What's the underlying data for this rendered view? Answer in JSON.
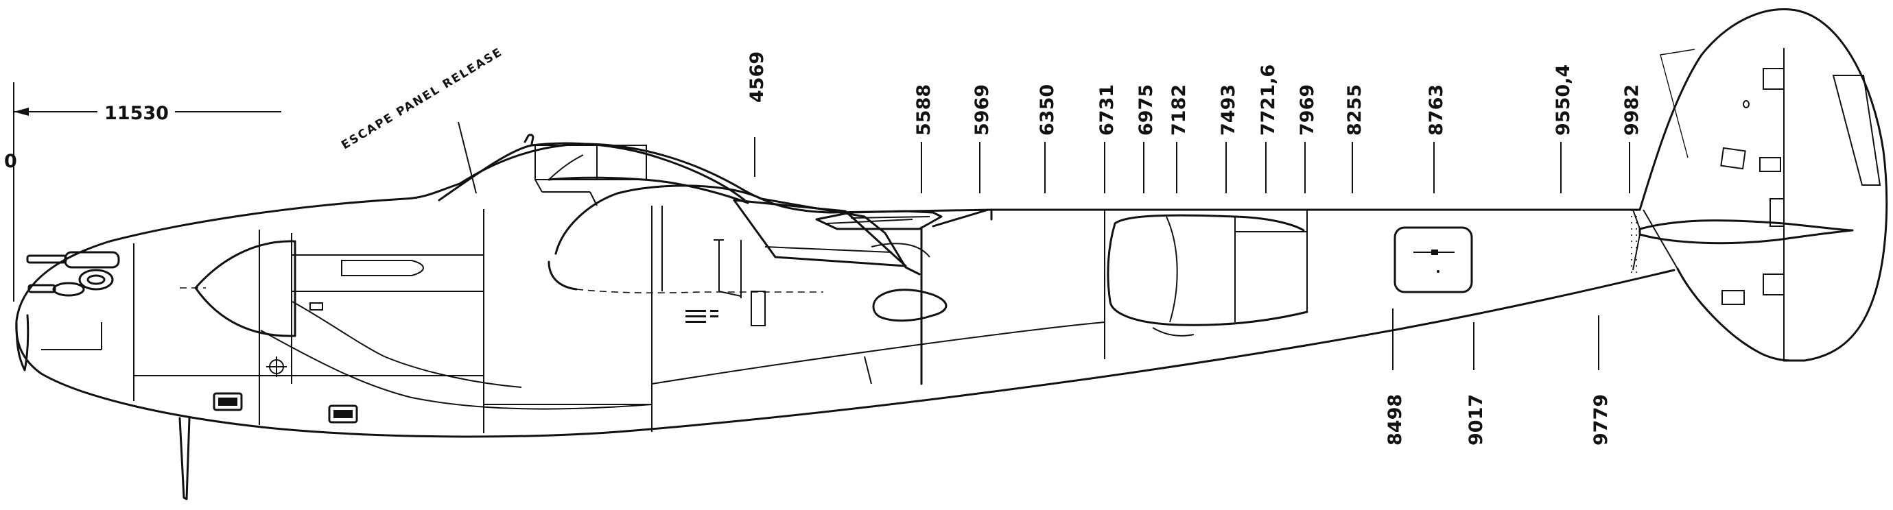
{
  "annotations": {
    "overall_length": "11530",
    "origin": "0",
    "escape_panel": "ESCAPE PANEL RELEASE"
  },
  "stations_top": [
    "4569",
    "5588",
    "5969",
    "6350",
    "6731",
    "6975",
    "7182",
    "7493",
    "7721,6",
    "7969",
    "8255",
    "8763",
    "9550,4",
    "9982"
  ],
  "stations_bottom": [
    "8498",
    "9017",
    "9779"
  ]
}
